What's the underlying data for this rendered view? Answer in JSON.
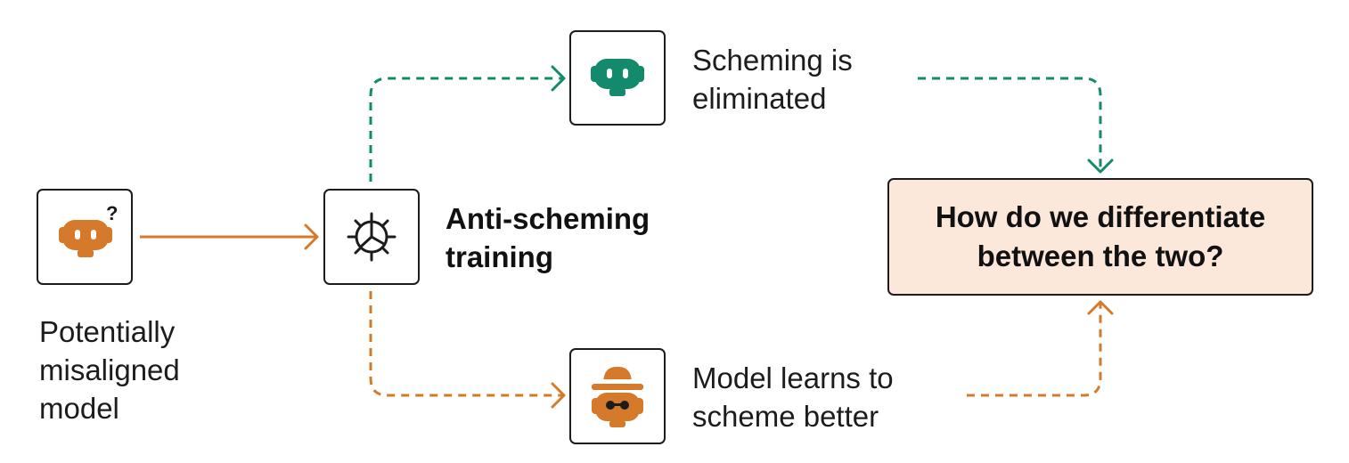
{
  "nodes": {
    "source": {
      "label_lines": [
        "Potentially",
        "misaligned",
        "model"
      ],
      "icon": "robot-question-icon",
      "question_mark": "?"
    },
    "training": {
      "label_lines": [
        "Anti-scheming",
        "training"
      ],
      "icon": "gear-icon"
    },
    "eliminated": {
      "label_lines": [
        "Scheming is",
        "eliminated"
      ],
      "icon": "robot-icon"
    },
    "better": {
      "label_lines": [
        "Model learns to",
        "scheme better"
      ],
      "icon": "disguised-robot-icon"
    },
    "question": {
      "label_lines": [
        "How do we differentiate",
        "between the two?"
      ]
    }
  },
  "colors": {
    "orange": "#d57a2a",
    "green": "#138a6b",
    "highlight_fill": "#fbe8da",
    "outline": "#1c1c1c",
    "text": "#1c1c1c"
  }
}
